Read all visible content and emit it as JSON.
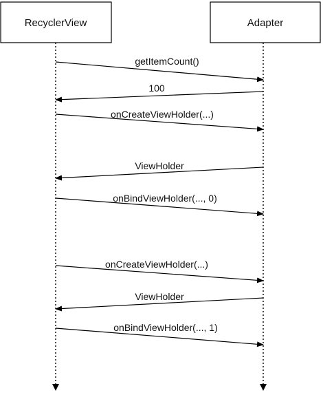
{
  "actors": [
    {
      "id": "recyclerview",
      "label": "RecyclerView"
    },
    {
      "id": "adapter",
      "label": "Adapter"
    }
  ],
  "messages": [
    {
      "from": "recyclerview",
      "to": "adapter",
      "label": "getItemCount()"
    },
    {
      "from": "adapter",
      "to": "recyclerview",
      "label": "100"
    },
    {
      "from": "recyclerview",
      "to": "adapter",
      "label": "onCreateViewHolder(...)"
    },
    {
      "from": "adapter",
      "to": "recyclerview",
      "label": "ViewHolder"
    },
    {
      "from": "recyclerview",
      "to": "adapter",
      "label": "onBindViewHolder(..., 0)"
    },
    {
      "from": "recyclerview",
      "to": "adapter",
      "label": "onCreateViewHolder(...)"
    },
    {
      "from": "adapter",
      "to": "recyclerview",
      "label": "ViewHolder"
    },
    {
      "from": "recyclerview",
      "to": "adapter",
      "label": "onBindViewHolder(..., 1)"
    }
  ]
}
